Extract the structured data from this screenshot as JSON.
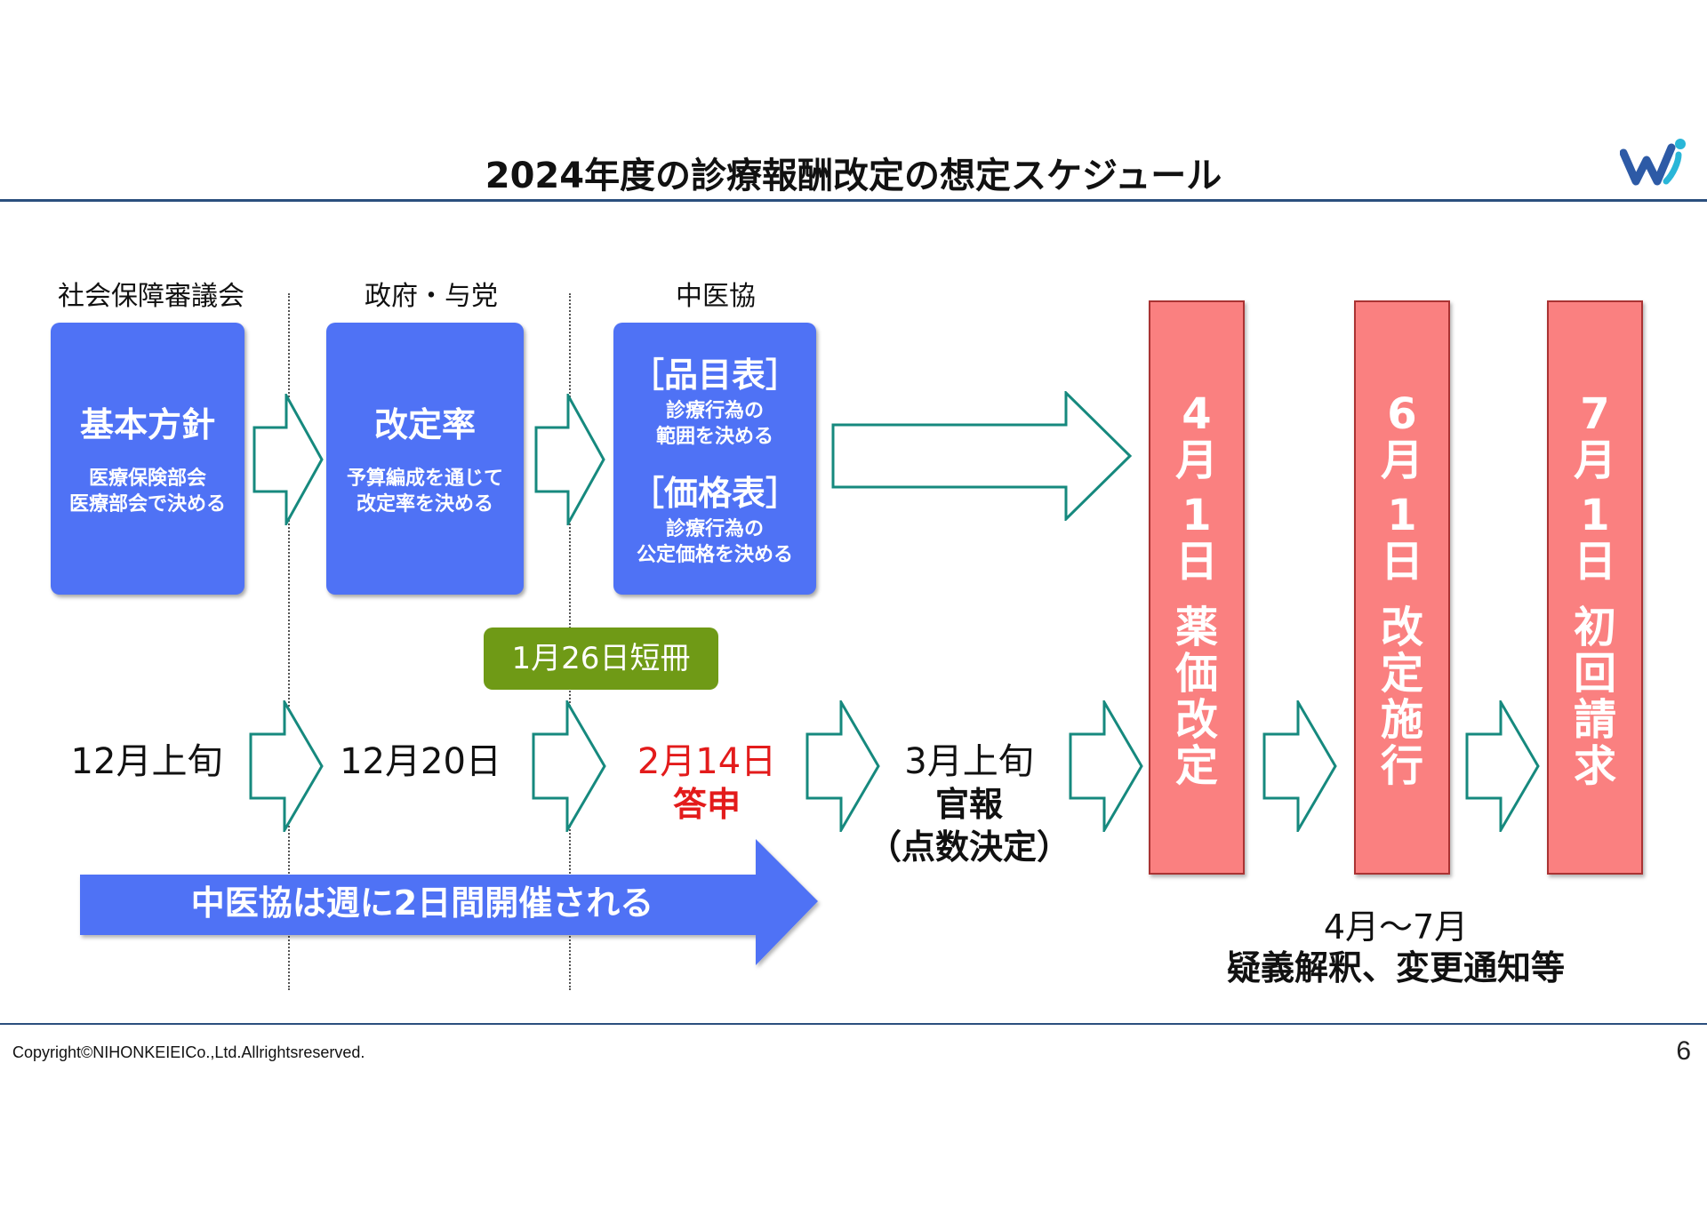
{
  "header": {
    "title": "2024年度の診療報酬改定の想定スケジュール"
  },
  "groups": {
    "g1": "社会保障審議会",
    "g2": "政府・与党",
    "g3": "中医協"
  },
  "boxes": {
    "b1": {
      "main": "基本方針",
      "sub1": "医療保険部会",
      "sub2": "医療部会で決める"
    },
    "b2": {
      "main": "改定率",
      "sub1": "予算編成を通じて",
      "sub2": "改定率を決める"
    },
    "b3": {
      "h1": "［品目表］",
      "s1a": "診療行為の",
      "s1b": "範囲を決める",
      "h2": "［価格表］",
      "s2a": "診療行為の",
      "s2b": "公定価格を決める"
    }
  },
  "pink": [
    {
      "month": "4",
      "m": "月",
      "day": "1",
      "d": "日",
      "c1": "薬",
      "c2": "価",
      "c3": "改",
      "c4": "定"
    },
    {
      "month": "6",
      "m": "月",
      "day": "1",
      "d": "日",
      "c1": "改",
      "c2": "定",
      "c3": "施",
      "c4": "行"
    },
    {
      "month": "7",
      "m": "月",
      "day": "1",
      "d": "日",
      "c1": "初",
      "c2": "回",
      "c3": "請",
      "c4": "求"
    }
  ],
  "timeline": {
    "d1": "12月上旬",
    "d2": "12月20日",
    "d3_date": "2月14日",
    "d3_label": "答申",
    "d4_date": "3月上旬",
    "d4_label": "官報",
    "d4_note": "（点数決定）",
    "short_list": "1月26日短冊"
  },
  "banner": {
    "text": "中医協は週に2日間開催される"
  },
  "followup": {
    "range": "4月～7月",
    "desc": "疑義解釈、変更通知等"
  },
  "footer": {
    "copyright": "Copyright©NIHONKEIEICo.,Ltd.Allrightsreserved.",
    "page": "6"
  },
  "colors": {
    "blue_box": "#4f72f5",
    "pink_box": "#fa8080",
    "green_box": "#6f9a16",
    "arrow_stroke": "#16897e",
    "red_text": "#e31b1b",
    "rule": "#2b4f7e"
  }
}
